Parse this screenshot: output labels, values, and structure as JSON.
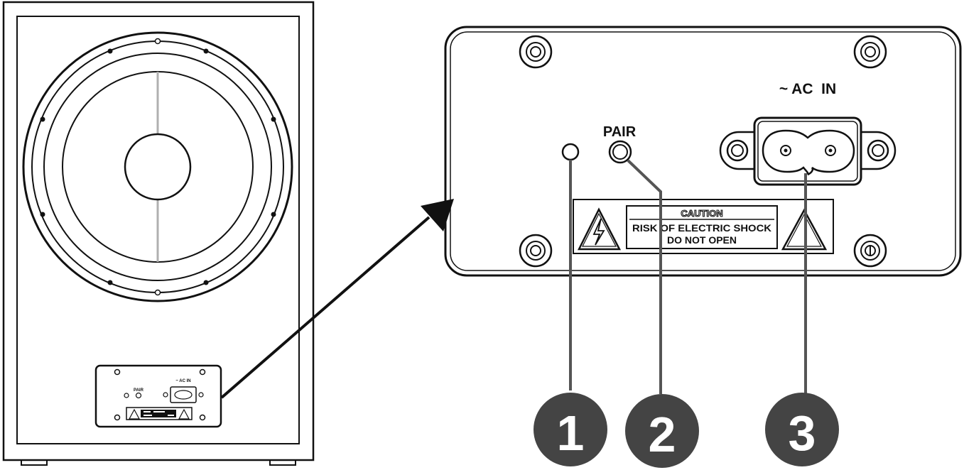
{
  "colors": {
    "line": "#111111",
    "badge": "#444444",
    "badge_text": "#ffffff",
    "callout_line": "#555555",
    "center_line": "#b0b0b0"
  },
  "panel": {
    "pair_label": "PAIR",
    "ac_label": "~ AC  IN",
    "caution_title": "CAUTION",
    "caution_line1": "RISK OF ELECTRIC SHOCK",
    "caution_line2": "DO NOT OPEN",
    "left_warning_icon": "lightning-warning-icon",
    "right_warning_icon": "warning-triangle-icon"
  },
  "mini_panel": {
    "pair_label": "PAIR",
    "ac_label": "~ AC  IN"
  },
  "callouts": [
    {
      "number": "1",
      "target": "led-indicator"
    },
    {
      "number": "2",
      "target": "pair-button"
    },
    {
      "number": "3",
      "target": "ac-inlet"
    }
  ]
}
